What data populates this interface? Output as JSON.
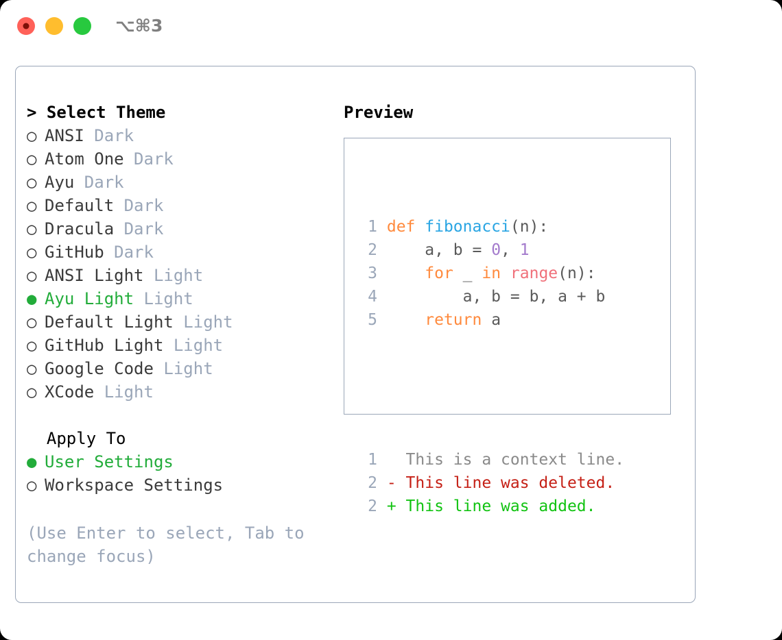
{
  "titlebar": {
    "shortcut": "⌥⌘3",
    "buttons": [
      {
        "name": "close",
        "color": "#ff6159"
      },
      {
        "name": "minimize",
        "color": "#ffbd2e"
      },
      {
        "name": "maximize",
        "color": "#28c93f"
      }
    ]
  },
  "theme_section": {
    "header": "> Select Theme",
    "options": [
      {
        "marker": "○",
        "name": "ANSI",
        "variant": "Dark",
        "selected": false
      },
      {
        "marker": "○",
        "name": "Atom One",
        "variant": "Dark",
        "selected": false
      },
      {
        "marker": "○",
        "name": "Ayu",
        "variant": "Dark",
        "selected": false
      },
      {
        "marker": "○",
        "name": "Default",
        "variant": "Dark",
        "selected": false
      },
      {
        "marker": "○",
        "name": "Dracula",
        "variant": "Dark",
        "selected": false
      },
      {
        "marker": "○",
        "name": "GitHub",
        "variant": "Dark",
        "selected": false
      },
      {
        "marker": "○",
        "name": "ANSI Light",
        "variant": "Light",
        "selected": false
      },
      {
        "marker": "●",
        "name": "Ayu Light",
        "variant": "Light",
        "selected": true
      },
      {
        "marker": "○",
        "name": "Default Light",
        "variant": "Light",
        "selected": false
      },
      {
        "marker": "○",
        "name": "GitHub Light",
        "variant": "Light",
        "selected": false
      },
      {
        "marker": "○",
        "name": "Google Code",
        "variant": "Light",
        "selected": false
      },
      {
        "marker": "○",
        "name": "XCode",
        "variant": "Light",
        "selected": false
      }
    ]
  },
  "apply_section": {
    "header": "  Apply To",
    "options": [
      {
        "marker": "●",
        "name": "User Settings",
        "selected": true
      },
      {
        "marker": "○",
        "name": "Workspace Settings",
        "selected": false
      }
    ]
  },
  "hint": "(Use Enter to select, Tab to change focus)",
  "preview": {
    "title": "Preview",
    "code_lines": [
      {
        "num": "1",
        "tokens": [
          {
            "t": "def ",
            "c": "kw"
          },
          {
            "t": "fibonacci",
            "c": "fn"
          },
          {
            "t": "(n):",
            "c": "txt"
          }
        ]
      },
      {
        "num": "2",
        "tokens": [
          {
            "t": "    a, b = ",
            "c": "txt"
          },
          {
            "t": "0",
            "c": "num"
          },
          {
            "t": ", ",
            "c": "txt"
          },
          {
            "t": "1",
            "c": "num"
          }
        ]
      },
      {
        "num": "3",
        "tokens": [
          {
            "t": "    ",
            "c": "txt"
          },
          {
            "t": "for",
            "c": "kw"
          },
          {
            "t": " _ ",
            "c": "txt"
          },
          {
            "t": "in",
            "c": "kw"
          },
          {
            "t": " ",
            "c": "txt"
          },
          {
            "t": "range",
            "c": "call"
          },
          {
            "t": "(n):",
            "c": "txt"
          }
        ]
      },
      {
        "num": "4",
        "tokens": [
          {
            "t": "        a, b = b, a + b",
            "c": "txt"
          }
        ]
      },
      {
        "num": "5",
        "tokens": [
          {
            "t": "    ",
            "c": "txt"
          },
          {
            "t": "return",
            "c": "kw"
          },
          {
            "t": " a",
            "c": "txt"
          }
        ]
      }
    ],
    "diff_lines": [
      {
        "num": "1",
        "text": "  This is a context line.",
        "kind": "ctx"
      },
      {
        "num": "2",
        "text": "- This line was deleted.",
        "kind": "del"
      },
      {
        "num": "2",
        "text": "+ This line was added.",
        "kind": "add"
      }
    ]
  },
  "colors": {
    "selected_green": "#22ac3a",
    "muted": "#9aa6b8",
    "keyword": "#ff8a3d",
    "function": "#29a5e3",
    "number": "#a37acc",
    "call": "#f0707a",
    "diff_deleted": "#c52016",
    "diff_added": "#12c312"
  }
}
